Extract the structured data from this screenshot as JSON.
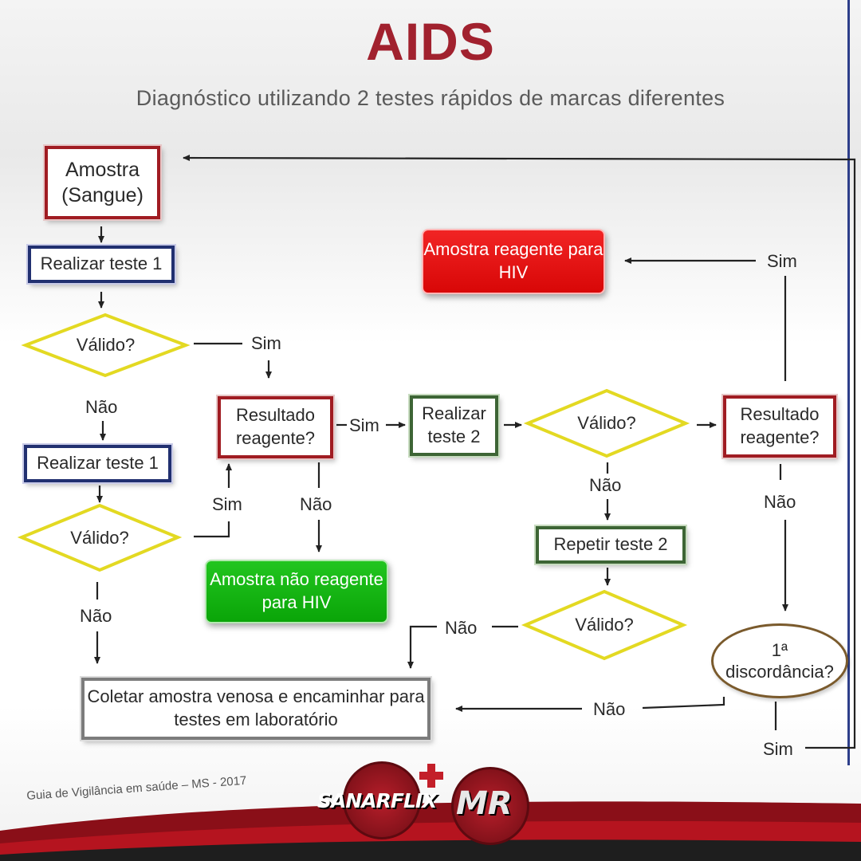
{
  "title": "AIDS",
  "subtitle": "Diagnóstico utilizando 2 testes rápidos de marcas diferentes",
  "nodes": {
    "amostra": "Amostra (Sangue)",
    "teste1a": "Realizar teste 1",
    "valido1": "Válido?",
    "teste1b": "Realizar teste 1",
    "valido2": "Válido?",
    "resultado1": "Resultado reagente?",
    "naoReagente": "Amostra  não reagente para HIV",
    "teste2": "Realizar teste 2",
    "valido3": "Válido?",
    "repetir": "Repetir teste 2",
    "valido4": "Válido?",
    "resultado2": "Resultado reagente?",
    "reagente": "Amostra reagente para HIV",
    "discordancia": "1ª discordância?",
    "coletar": "Coletar amostra venosa e encaminhar para testes em laboratório"
  },
  "labels": {
    "sim": "Sim",
    "nao": "Não"
  },
  "footer": {
    "reference": "Guia de Vigilância em saúde – MS - 2017",
    "brand1": "SANARFLIX",
    "brand2": "MR"
  },
  "colors": {
    "title": "#a1212e",
    "red_border": "#a01c22",
    "blue_border": "#213070",
    "green_border": "#3d6535",
    "diamond_border": "#e6dc2a",
    "positive_fill": "#e01010",
    "negative_fill": "#12b310"
  }
}
